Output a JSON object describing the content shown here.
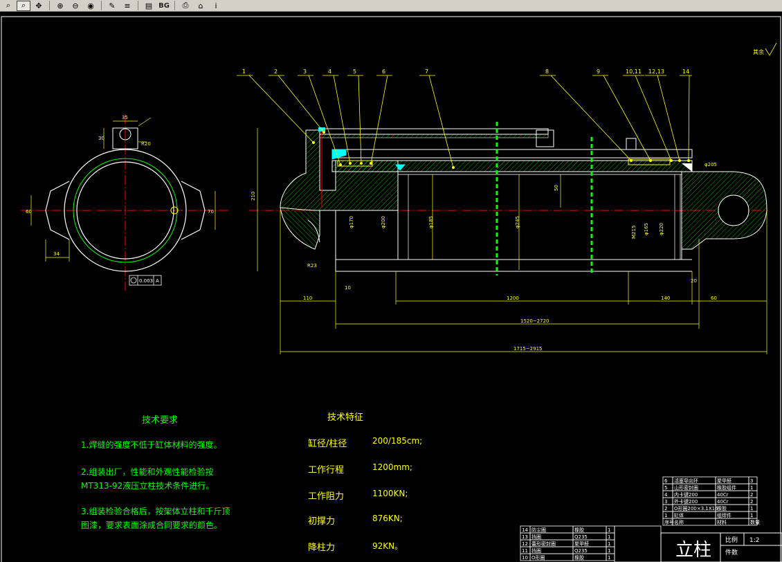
{
  "toolbar": {
    "buttons": [
      {
        "name": "zoom-icon",
        "glyph": "⌕"
      },
      {
        "name": "zoom-window-icon",
        "glyph": "⌕"
      },
      {
        "name": "pan-icon",
        "glyph": "✥"
      },
      {
        "name": "zoom-in-icon",
        "glyph": "⊕"
      },
      {
        "name": "zoom-out-icon",
        "glyph": "⊖"
      },
      {
        "name": "view-icon",
        "glyph": "◉"
      },
      {
        "name": "layer-icon",
        "glyph": "✎"
      },
      {
        "name": "list-icon",
        "glyph": "≡"
      },
      {
        "name": "page-icon",
        "glyph": "▤"
      },
      {
        "name": "bg-label",
        "glyph": "BG"
      },
      {
        "name": "print-icon",
        "glyph": "⎙"
      },
      {
        "name": "home-icon",
        "glyph": "⌂"
      },
      {
        "name": "info-icon",
        "glyph": "i"
      }
    ]
  },
  "drawing": {
    "balloons": [
      "1",
      "2",
      "3",
      "4",
      "5",
      "6",
      "7",
      "8",
      "9",
      "10,11",
      "12,13",
      "14"
    ],
    "dims": {
      "d110": "110",
      "d1200": "1200",
      "d140": "140",
      "d60": "60",
      "d1520": "1520~2720",
      "d1715": "1715~2915",
      "d10": "10",
      "d20": "20",
      "d210": "210",
      "d50": "50",
      "r23": "R23",
      "d35": "35",
      "d30": "30",
      "d70": "70",
      "d34": "34",
      "d60b": "60",
      "r20": "R20",
      "phi205": "φ205",
      "phi245": "φ245",
      "phi185": "φ185",
      "phi200": "φ200",
      "phi170": "φ170",
      "phi220": "φ220",
      "phi165": "φ165",
      "m215": "M215",
      "tol": "0.003",
      "datum": "A"
    },
    "req_title": "技术要求",
    "req_lines": [
      "1.焊缝的强度不低于缸体材料的强度。",
      "2.组装出厂，性能和外观性能检验按",
      "MT313-92液压立柱技术条件进行。",
      "3.组装检验合格后，按架体立柱和千斤顶",
      "图漆，要求表面涂成合同要求的颜色。"
    ],
    "spec_title": "技术特征",
    "specs": [
      {
        "k": "缸径/柱径",
        "v": "200/185cm;"
      },
      {
        "k": "工作行程",
        "v": "1200mm;"
      },
      {
        "k": "工作阻力",
        "v": "1100KN;"
      },
      {
        "k": "初撑力",
        "v": "876KN;"
      },
      {
        "k": "降柱力",
        "v": "92KN。"
      }
    ],
    "bom_upper": [
      {
        "no": "6",
        "name": "活塞导向环",
        "mat": "聚甲醛",
        "qty": "3"
      },
      {
        "no": "5",
        "name": "山形密封圈",
        "mat": "橡胶组件",
        "qty": "1"
      },
      {
        "no": "4",
        "name": "内卡键200",
        "mat": "40Cr",
        "qty": "2"
      },
      {
        "no": "3",
        "name": "外卡键200",
        "mat": "40Cr",
        "qty": "2"
      },
      {
        "no": "2",
        "name": "O形圈200×3.1X16",
        "mat": "橡胶",
        "qty": "1"
      },
      {
        "no": "1",
        "name": "缸体",
        "mat": "组焊件",
        "qty": "1"
      }
    ],
    "bom_upper_header": [
      "序号",
      "名称",
      "材料",
      "数量"
    ],
    "bom_lower": [
      {
        "no": "14",
        "name": "防尘圈",
        "mat": "橡胶",
        "qty": "1"
      },
      {
        "no": "13",
        "name": "挡圈",
        "mat": "Q235",
        "qty": "1"
      },
      {
        "no": "12",
        "name": "蕾形密封圈",
        "mat": "聚甲醛",
        "qty": "1"
      },
      {
        "no": "11",
        "name": "挡圈",
        "mat": "Q235",
        "qty": "1"
      },
      {
        "no": "10",
        "name": "O形圈",
        "mat": "橡胶",
        "qty": "1"
      }
    ],
    "title_block": {
      "name": "立柱",
      "scale_label": "比例",
      "scale": "1:2",
      "qty_label": "件数"
    },
    "roughness": "其余"
  }
}
